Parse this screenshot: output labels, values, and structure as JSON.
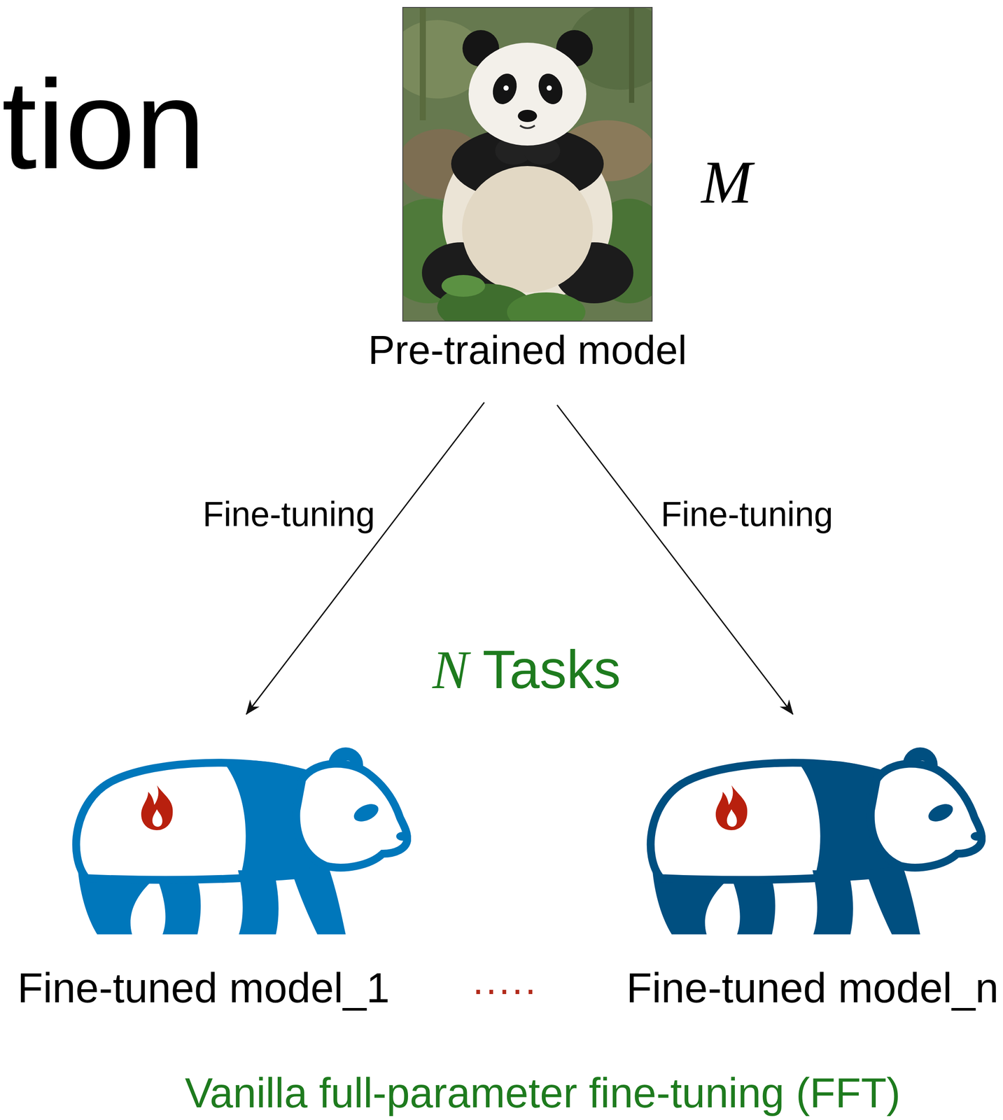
{
  "diagram": {
    "title": "tion",
    "caption": "Vanilla full-parameter fine-tuning (FFT)",
    "nodes": [
      {
        "text": [
          "Pre-trained model"
        ]
      },
      {
        "text": [
          "Fine-tuned model_1"
        ]
      },
      {
        "text": [
          "Fine-tuned model_n"
        ]
      }
    ],
    "edges": [
      {
        "from": 0,
        "to": 1,
        "label": "Fine-tuning",
        "arrow": "to"
      },
      {
        "from": 0,
        "to": 2,
        "label": "Fine-tuning",
        "arrow": "to"
      }
    ],
    "labels": [
      "M",
      "N Tasks",
      "·····"
    ]
  }
}
